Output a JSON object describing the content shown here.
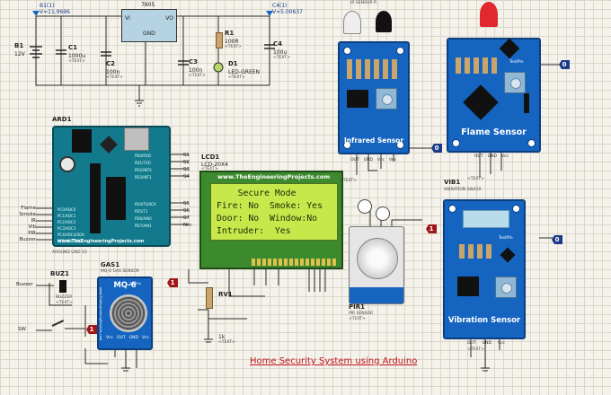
{
  "title": "Home Security System using Arduino",
  "power": {
    "probe_left": {
      "name": "B1(1)",
      "value": "V=11.9696"
    },
    "probe_right": {
      "name": "C4(1)",
      "value": "V=5.00637"
    },
    "battery": {
      "ref": "B1",
      "value": "12V"
    },
    "c1": {
      "ref": "C1",
      "value": "1000u",
      "text": "<TEXT>"
    },
    "c2": {
      "ref": "C2",
      "value": "100n",
      "text": "<TEXT>"
    },
    "c3": {
      "ref": "C3",
      "value": "100n",
      "text": "<TEXT>"
    },
    "c4": {
      "ref": "C4",
      "value": "100u",
      "text": "<TEXT>"
    },
    "regulator": {
      "ref": "7805",
      "vi": "VI",
      "vo": "VO",
      "gnd": "GND"
    },
    "r1": {
      "ref": "R1",
      "value": "100R",
      "text": "<TEXT>"
    },
    "d1": {
      "ref": "D1",
      "value": "LED-GREEN",
      "text": "<TEXT>"
    }
  },
  "arduino": {
    "ref": "ARD1",
    "subtitle": "AROUND UNO V2",
    "brand": "www.TheEngineeringProjects.com",
    "left_pins": [
      "Flame",
      "Smoke",
      "IR",
      "Vib",
      "PIR",
      "Buzzer"
    ],
    "right_pins": [
      "S1",
      "S2",
      "S3",
      "S4",
      "S5",
      "S6",
      "S7",
      "Nin"
    ],
    "left_pin_names": [
      "PC0/ADC0",
      "PC1/ADC1",
      "PC2/ADC2",
      "PC3/ADC3",
      "PC4/ADC4/SDA",
      "PC5/ADC5/SCL"
    ],
    "right_pin_names": [
      "PD0/RXD",
      "PD1/TXD",
      "PD2/INT0",
      "PD3/INT1",
      "PD4/T0/XCK",
      "PD5/T1",
      "PD6/AIN0",
      "PD7/AIN1"
    ]
  },
  "lcd": {
    "ref": "LCD1",
    "part": "LCD-20X4",
    "text": "<TEXT>",
    "brand": "www.TheEngineeringProjects.com",
    "lines": [
      "    Secure Mode",
      "Fire: No  Smoke: Yes",
      "Door: No  Window:No",
      "Intruder:  Yes"
    ]
  },
  "ir": {
    "ref": "IR SENSOR R",
    "label": "Infrared Sensor",
    "pins": [
      "OUT",
      "GND",
      "Vcc",
      "Vss"
    ],
    "text": "<TEXT>"
  },
  "flame": {
    "label": "Flame Sensor",
    "testpin": "TestPin",
    "pins": [
      "OUT",
      "GND",
      "Vcc"
    ],
    "text": "<TEXT>"
  },
  "vibration": {
    "ref": "VIB1",
    "part": "VIBRATION SW420",
    "label": "Vibration Sensor",
    "testpin": "TestPin",
    "pins": [
      "OUT",
      "GND",
      "Vcc"
    ],
    "text": "<TEXT>"
  },
  "pir": {
    "ref": "PIR1",
    "part": "PIR SENSOR",
    "text": "<TEXT>"
  },
  "gas": {
    "ref": "GAS1",
    "part": "MQ-6 GAS SENSOR",
    "label": "MQ-6",
    "testpin": "TestPin",
    "brand": "www.TheEngineeringProjects.com",
    "pins": [
      "Vcc",
      "OUT",
      "GND",
      "Vcc"
    ]
  },
  "buzzer": {
    "ref": "BUZ1",
    "part": "BUZZER",
    "text": "<TEXT>",
    "net": "Buzzer"
  },
  "switch": {
    "net": "SW"
  },
  "rv1": {
    "ref": "RV1",
    "value": "1k",
    "text": "<TEXT>"
  },
  "badges": [
    "0",
    "1",
    "0",
    "0",
    "1",
    "1"
  ],
  "colors": {
    "module_blue": "#1565c0",
    "lcd_green": "#3d8a2e",
    "lcd_screen": "#c7e84b",
    "title_red": "#c0141c",
    "wire": "#2a2a2a"
  }
}
